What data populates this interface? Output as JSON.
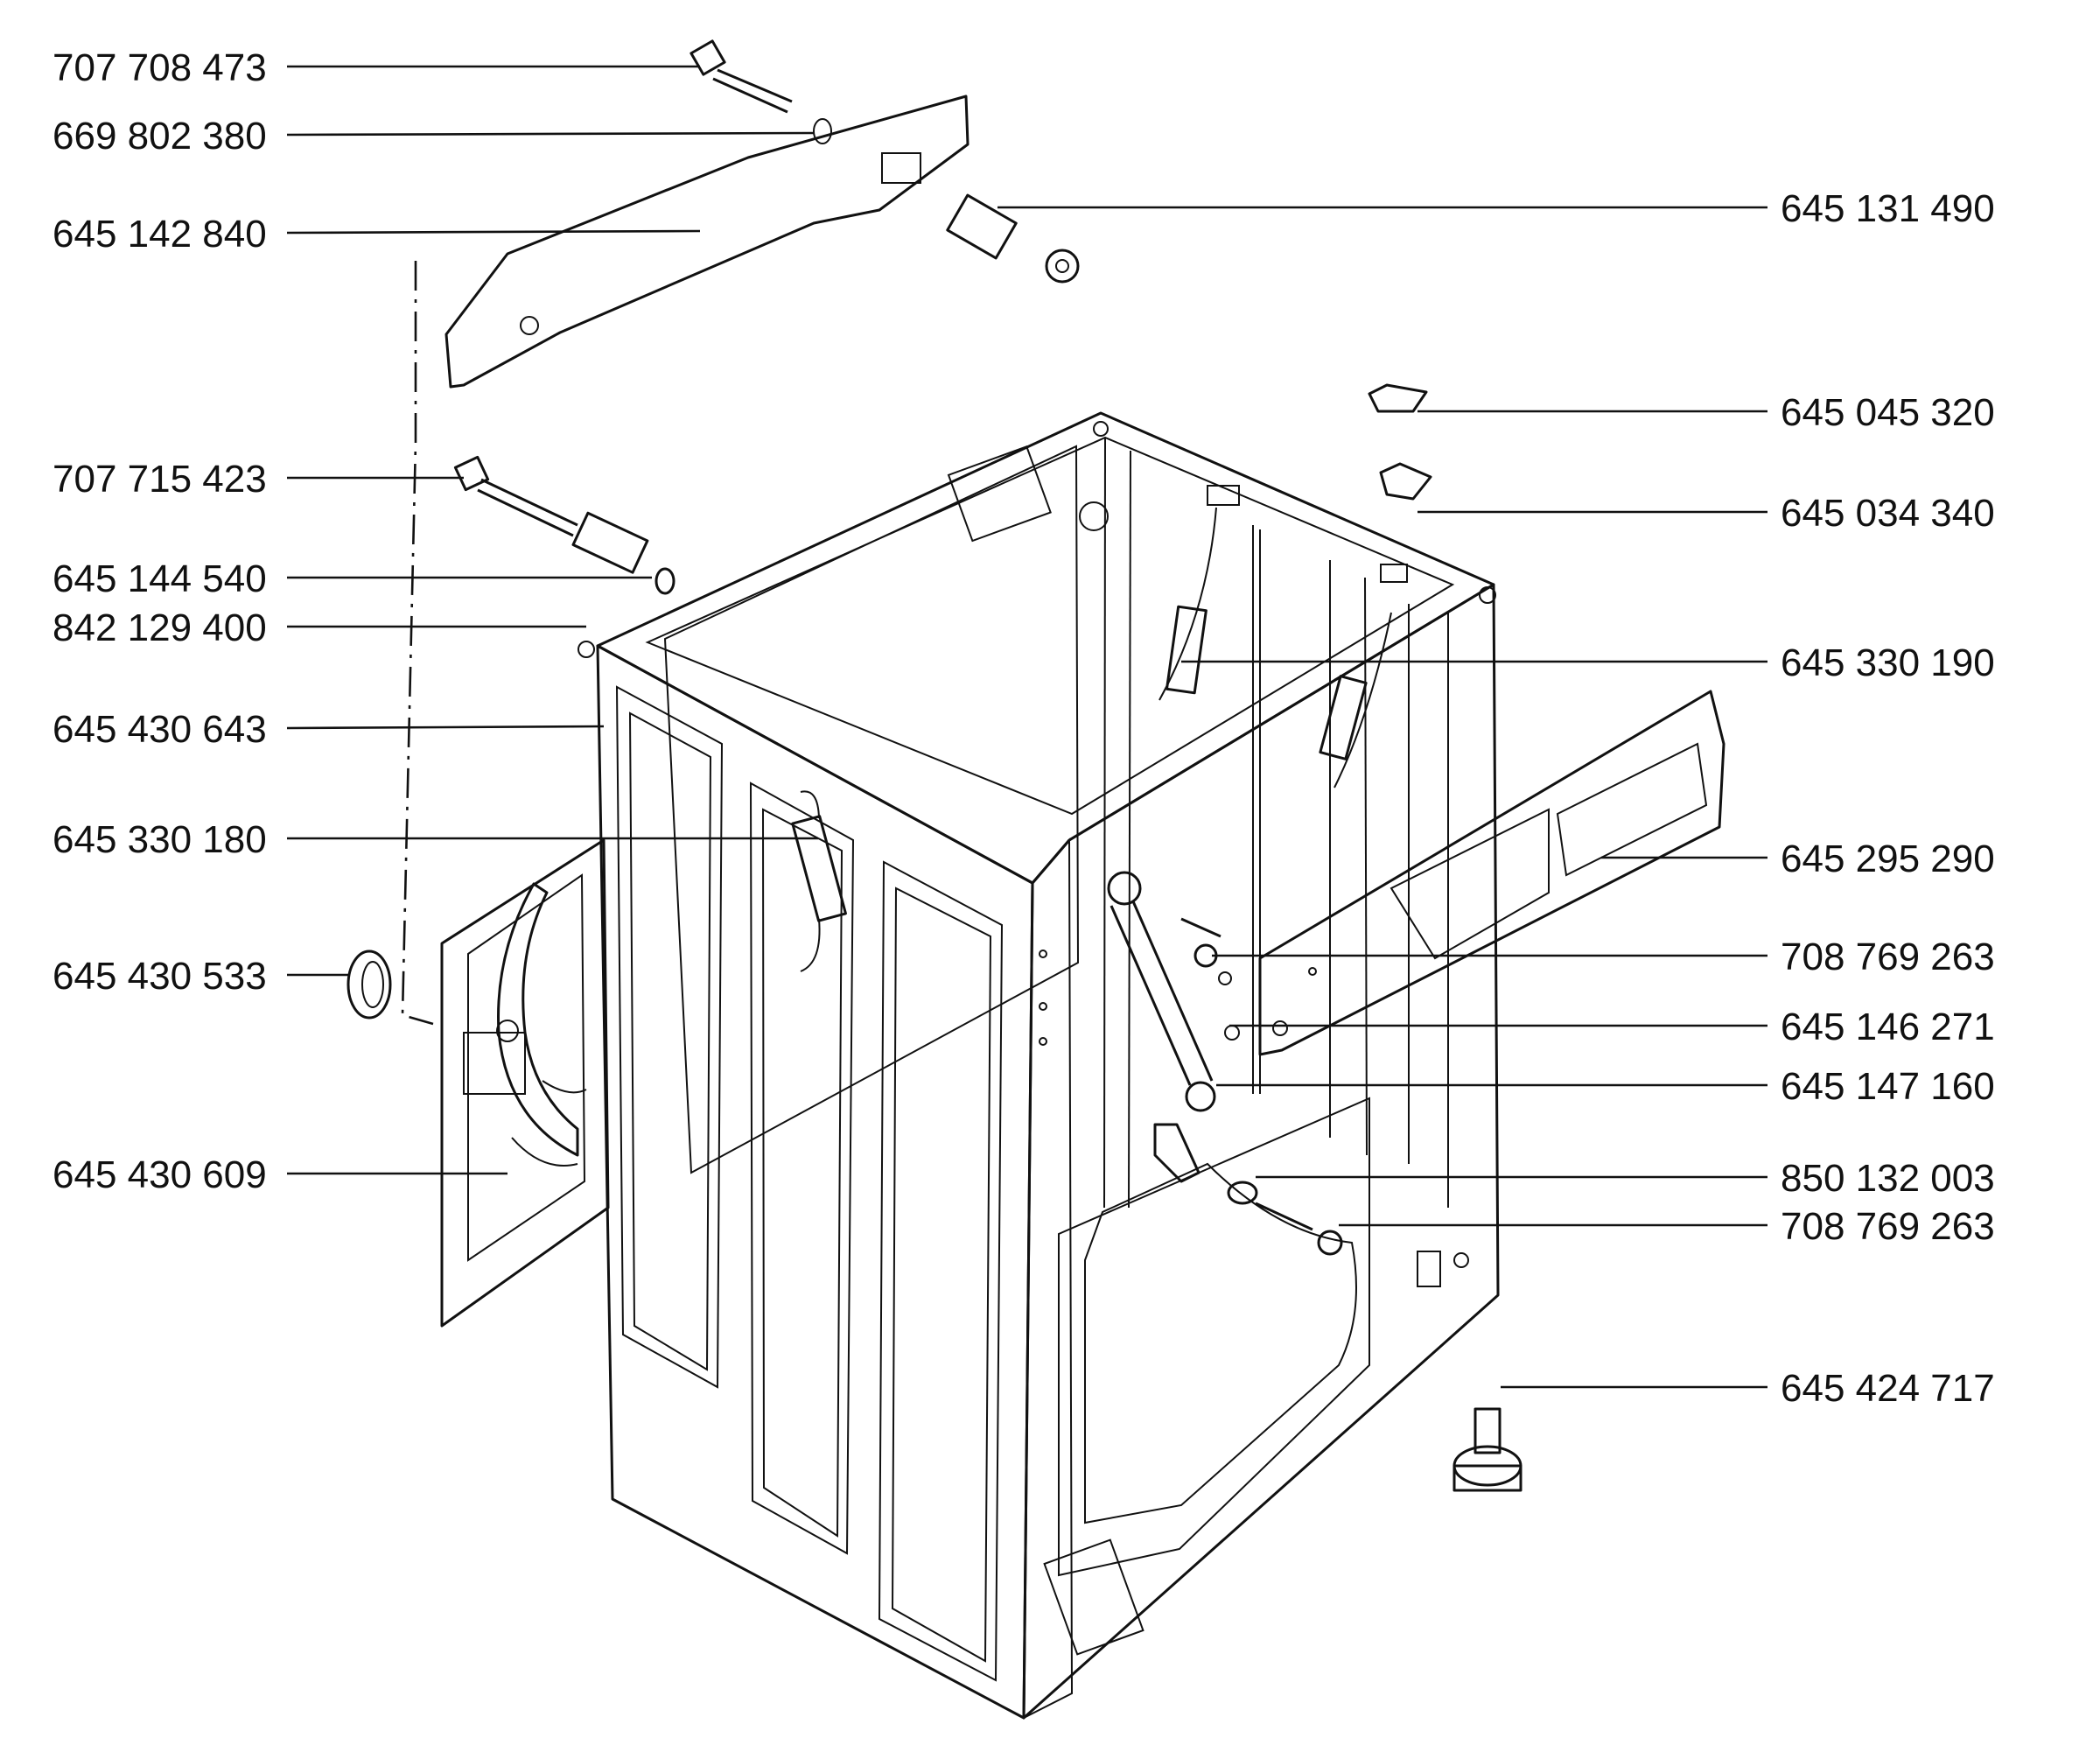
{
  "labels_left": [
    "707 708 473",
    "669 802 380",
    "645 142 840",
    "707 715 423",
    "645 144 540",
    "842 129 400",
    "645 430 643",
    "645 330 180",
    "645 430 533",
    "645 430 609"
  ],
  "labels_right": [
    "645 131 490",
    "645 045 320",
    "645 034 340",
    "645 330 190",
    "645 295 290",
    "708 769 263",
    "645 146 271",
    "645 147 160",
    "850 132 003",
    "708 769 263",
    "645 424 717"
  ]
}
